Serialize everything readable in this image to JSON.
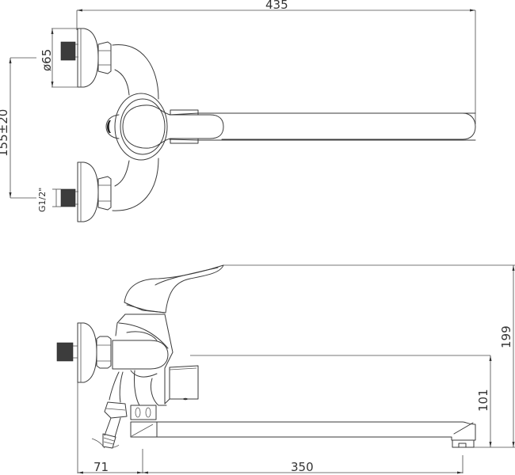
{
  "drawing": {
    "subject": "Wall-mounted single-lever bath/shower mixer with long swivel spout",
    "views": [
      {
        "name": "top-view",
        "label": ""
      },
      {
        "name": "side-view",
        "label": ""
      }
    ],
    "colors": {
      "line": "#3a3a3a",
      "background": "#ffffff"
    }
  },
  "dimensions": {
    "overall_length": "435",
    "eccentric_diameter": "ø65",
    "inlet_spacing": "155±20",
    "thread_size": "G1/2\"",
    "overall_height": "199",
    "spout_height": "101",
    "wall_to_spout_pivot": "71",
    "spout_reach": "350"
  }
}
